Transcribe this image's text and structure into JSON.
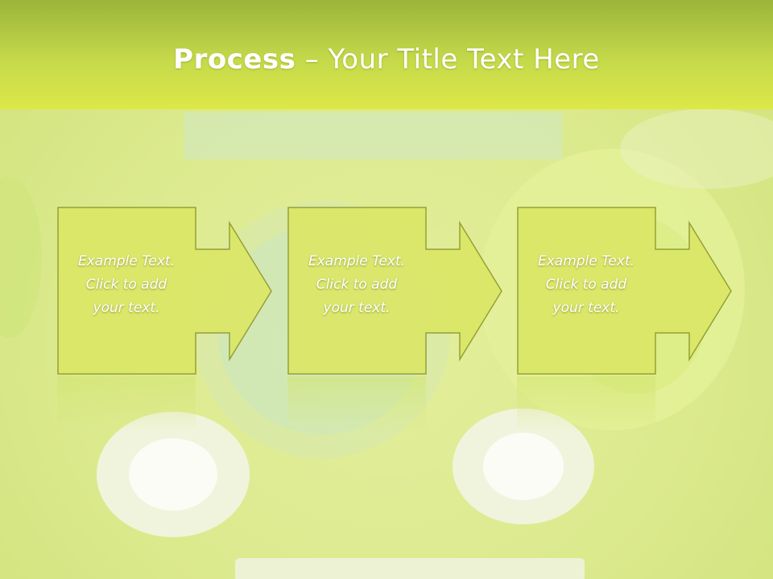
{
  "slide": {
    "title_bold": "Process",
    "title_separator": " – ",
    "title_rest": "Your Title Text Here"
  },
  "steps": [
    {
      "text": "Example Text.\nClick  to add\nyour text."
    },
    {
      "text": "Example Text.\nClick  to add\nyour text."
    },
    {
      "text": "Example Text.\nClick  to add\nyour text."
    }
  ],
  "colors": {
    "header_top": "#9cb43a",
    "header_bottom": "#dde848",
    "box_fill": "#dbe766",
    "box_border": "#8f9a30"
  }
}
